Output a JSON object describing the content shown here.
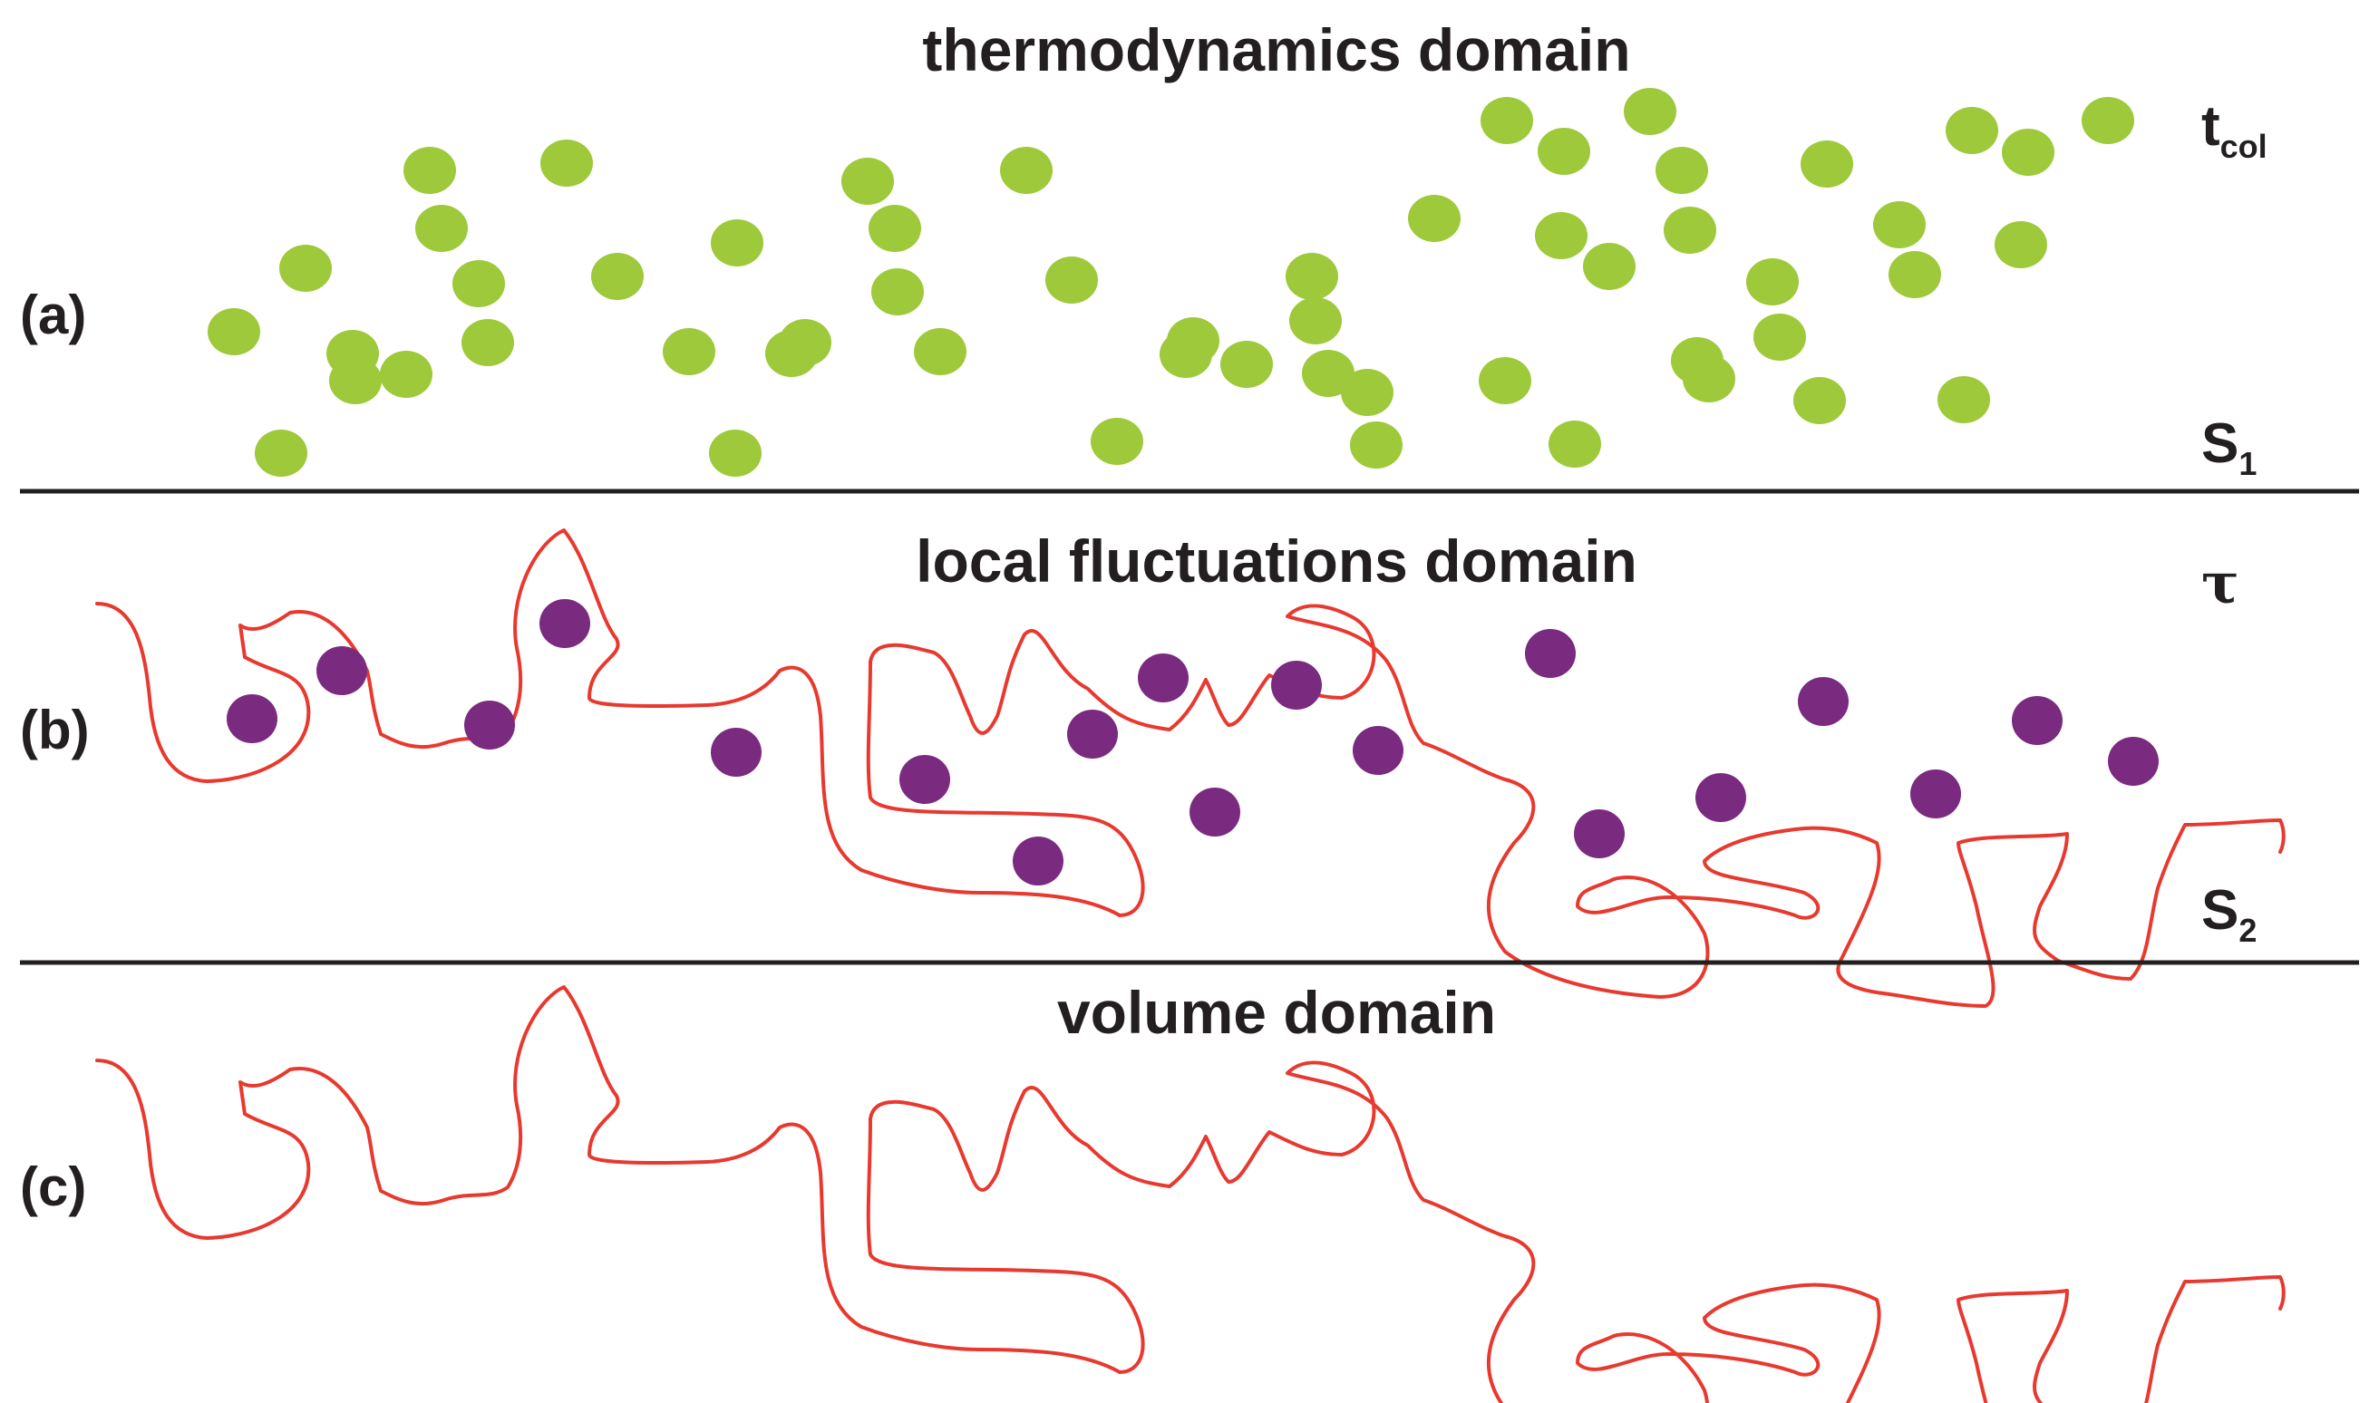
{
  "colors": {
    "particle_a": "#9dc93a",
    "particle_b": "#7a2a7f",
    "chain": "#e8392f",
    "divider": "#231f20",
    "text": "#231f20"
  },
  "panels": {
    "a": {
      "label": "(a)",
      "title": "thermodynamics domain",
      "top_symbol": "t",
      "top_symbol_sub": "col",
      "bottom_symbol": "S",
      "bottom_symbol_sub": "1"
    },
    "b": {
      "label": "(b)",
      "title": "local fluctuations domain",
      "top_symbol": "τ",
      "bottom_symbol": "S",
      "bottom_symbol_sub": "2"
    },
    "c": {
      "label": "(c)",
      "title": "volume domain"
    }
  }
}
